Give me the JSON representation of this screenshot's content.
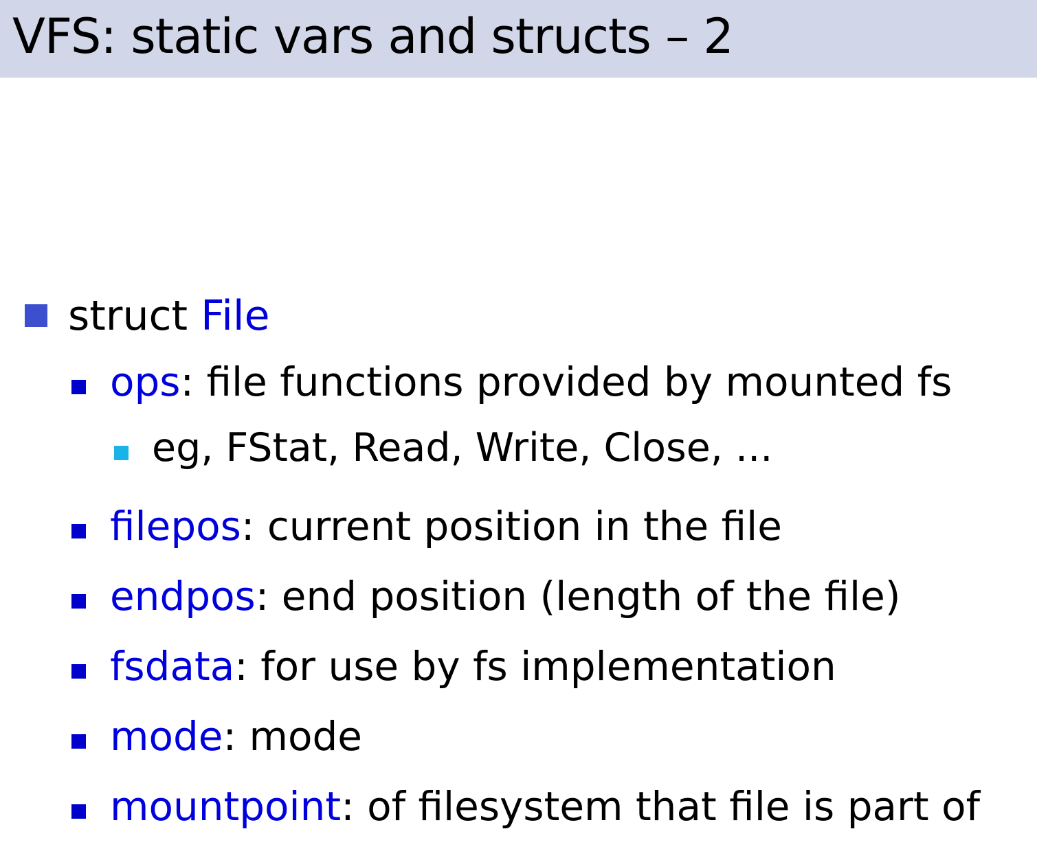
{
  "slide": {
    "title": "VFS: static vars and structs – 2"
  },
  "content": {
    "struct_item": {
      "prefix": "struct ",
      "name": "File"
    },
    "fields": [
      {
        "name": "ops",
        "desc": ": file functions provided by mounted fs"
      },
      {
        "name": "filepos",
        "desc": ": current position in the file"
      },
      {
        "name": "endpos",
        "desc": ": end position (length of the file)"
      },
      {
        "name": "fsdata",
        "desc": ": for use by fs implementation"
      },
      {
        "name": "mode",
        "desc": ": mode"
      },
      {
        "name": "mountpoint",
        "desc": ": of filesystem that file is part of"
      }
    ],
    "ops_subitem": "eg, FStat, Read, Write, Close, ..."
  },
  "colors": {
    "title_bar": "#d2d6e9",
    "keyword": "#0000dd",
    "bullet_level1": "#3c4fcf",
    "bullet_level2": "#0000cc",
    "bullet_level3": "#19b3e8"
  }
}
